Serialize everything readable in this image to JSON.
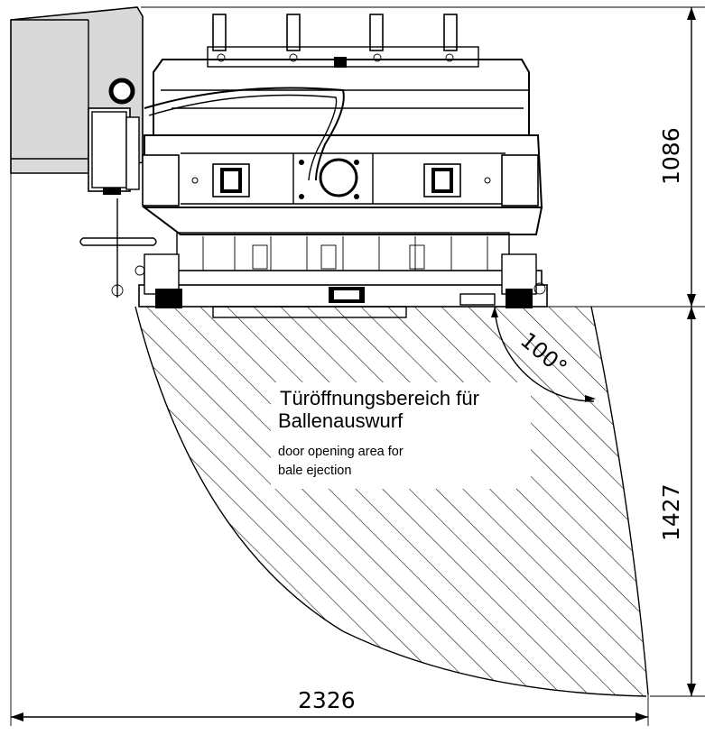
{
  "labels": {
    "area_de_line1": "Türöffnungsbereich für",
    "area_de_line2": "Ballenauswurf",
    "area_en_line1": "door opening area for",
    "area_en_line2": "bale ejection",
    "angle": "100°"
  },
  "dimensions": {
    "width": "2326",
    "top_height": "1086",
    "door_height": "1427"
  }
}
